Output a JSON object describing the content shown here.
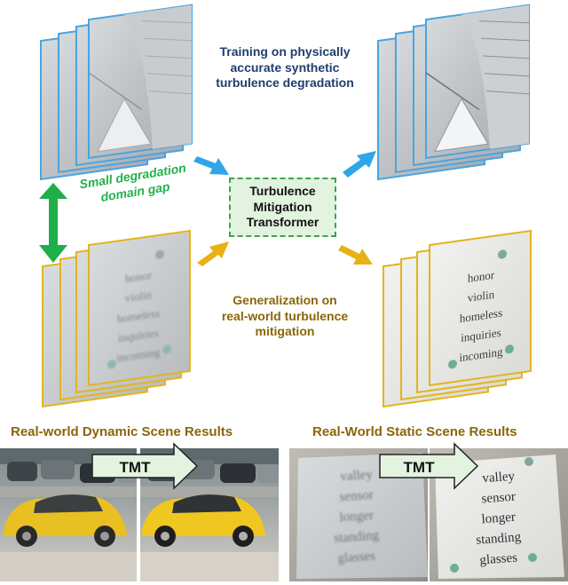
{
  "top_caption": [
    "Training on physically",
    "accurate synthetic",
    "turbulence degradation"
  ],
  "gap_caption": [
    "Small degradation",
    "domain gap"
  ],
  "model_box": [
    "Turbulence",
    "Mitigation",
    "Transformer"
  ],
  "bottom_caption": [
    "Generalization on",
    "real-world turbulence",
    "mitigation"
  ],
  "card_words_left": [
    "honor",
    "violin",
    "homeless",
    "inquiries",
    "incoming"
  ],
  "card_words_right": [
    "honor",
    "violin",
    "homeless",
    "inquiries",
    "incoming"
  ],
  "dynamic_results_title": "Real-world Dynamic Scene Results",
  "static_results_title": "Real-World Static Scene Results",
  "tmt_label_dynamic": "TMT",
  "tmt_label_static": "TMT",
  "static_result_words_blurry": [
    "valley",
    "sensor",
    "longer",
    "standing",
    "glasses"
  ],
  "static_result_words_clean": [
    "valley",
    "sensor",
    "longer",
    "standing",
    "glasses"
  ]
}
